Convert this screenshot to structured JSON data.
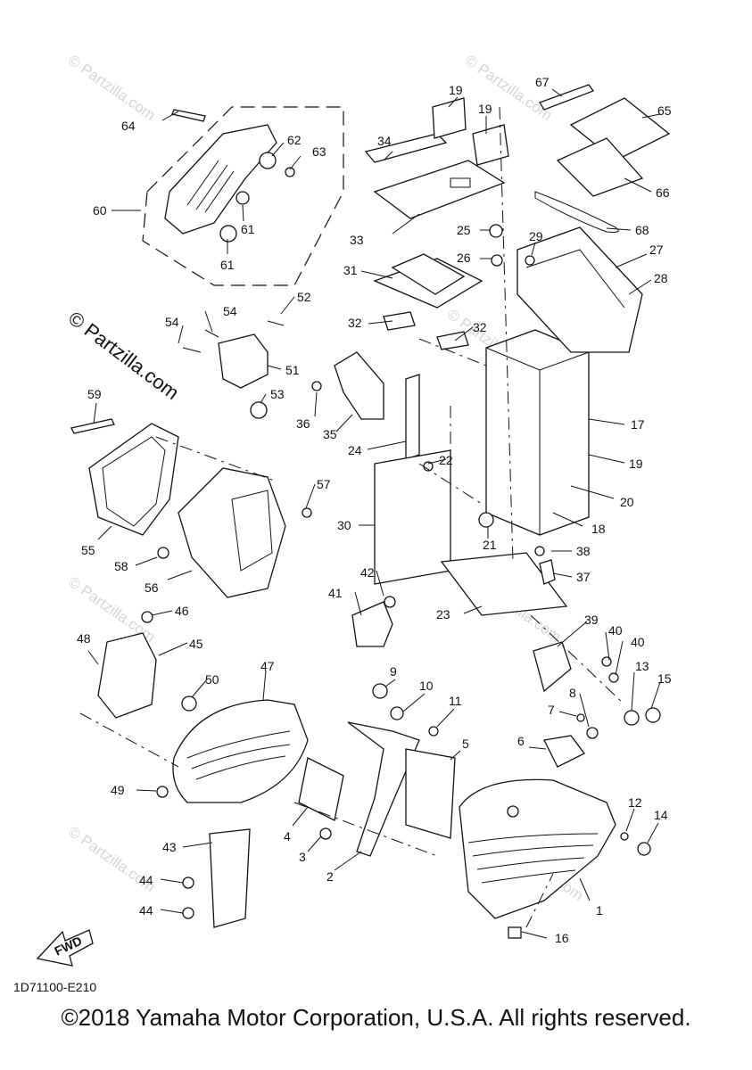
{
  "diagram": {
    "drawing_code": "1D71100-E210",
    "watermark_main": "© Partzilla.com",
    "watermark_faint": "© Partzilla.com",
    "direction_label": "FWD",
    "copyright": "©2018 Yamaha Motor Corporation, U.S.A. All rights reserved.",
    "callouts": {
      "c1": "1",
      "c2": "2",
      "c3": "3",
      "c4": "4",
      "c5": "5",
      "c6": "6",
      "c7": "7",
      "c8": "8",
      "c9": "9",
      "c10": "10",
      "c11": "11",
      "c12": "12",
      "c13": "13",
      "c14": "14",
      "c15": "15",
      "c16": "16",
      "c17": "17",
      "c18": "18",
      "c19a": "19",
      "c19b": "19",
      "c19c": "19",
      "c20": "20",
      "c21": "21",
      "c22": "22",
      "c23": "23",
      "c24": "24",
      "c25": "25",
      "c26": "26",
      "c27": "27",
      "c28": "28",
      "c29": "29",
      "c30": "30",
      "c31": "31",
      "c32a": "32",
      "c32b": "32",
      "c33": "33",
      "c34": "34",
      "c35": "35",
      "c36": "36",
      "c37": "37",
      "c38": "38",
      "c39": "39",
      "c40a": "40",
      "c40b": "40",
      "c41": "41",
      "c42": "42",
      "c43": "43",
      "c44a": "44",
      "c44b": "44",
      "c45": "45",
      "c46": "46",
      "c47": "47",
      "c48": "48",
      "c49": "49",
      "c50": "50",
      "c51": "51",
      "c52": "52",
      "c53": "53",
      "c54a": "54",
      "c54b": "54",
      "c55": "55",
      "c56": "56",
      "c57": "57",
      "c58": "58",
      "c59": "59",
      "c60": "60",
      "c61a": "61",
      "c61b": "61",
      "c62": "62",
      "c63": "63",
      "c64": "64",
      "c65": "65",
      "c66": "66",
      "c67": "67",
      "c68": "68"
    }
  }
}
